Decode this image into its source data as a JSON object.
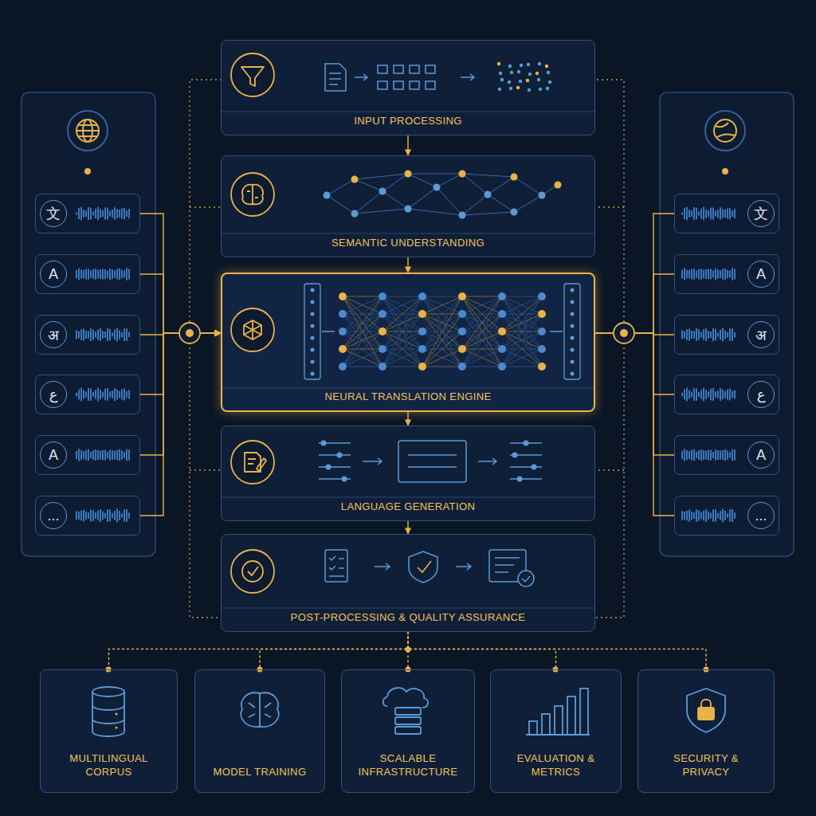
{
  "diagram": {
    "nodes": [
      {
        "text": [
          "INPUT PROCESSING"
        ]
      },
      {
        "text": [
          "SEMANTIC UNDERSTANDING"
        ]
      },
      {
        "text": [
          "NEURAL TRANSLATION ENGINE"
        ]
      },
      {
        "text": [
          "LANGUAGE GENERATION"
        ]
      },
      {
        "text": [
          "POST-PROCESSING & QUALITY ASSURANCE"
        ]
      },
      {
        "text": [
          "文"
        ]
      },
      {
        "text": [
          "A"
        ]
      },
      {
        "text": [
          "अ"
        ]
      },
      {
        "text": [
          "ع"
        ]
      },
      {
        "text": [
          "A"
        ]
      },
      {
        "text": [
          "..."
        ]
      },
      {
        "text": [
          "文"
        ]
      },
      {
        "text": [
          "A"
        ]
      },
      {
        "text": [
          "अ"
        ]
      },
      {
        "text": [
          "ع"
        ]
      },
      {
        "text": [
          "A"
        ]
      },
      {
        "text": [
          "..."
        ]
      },
      {
        "text": [
          "MULTILINGUAL CORPUS"
        ]
      },
      {
        "text": [
          "MODEL TRAINING"
        ]
      },
      {
        "text": [
          "SCALABLE INFRASTRUCTURE"
        ]
      },
      {
        "text": [
          "EVALUATION & METRICS"
        ]
      },
      {
        "text": [
          "SECURITY & PRIVACY"
        ]
      }
    ],
    "edges": [
      {
        "from": 0,
        "to": 1,
        "arrow": "to"
      },
      {
        "from": 1,
        "to": 2,
        "arrow": "to"
      },
      {
        "from": 2,
        "to": 3,
        "arrow": "to"
      },
      {
        "from": 3,
        "to": 4,
        "arrow": "to"
      },
      {
        "from": 5,
        "to": 2,
        "arrow": "to"
      },
      {
        "from": 6,
        "to": 2,
        "arrow": "to"
      },
      {
        "from": 7,
        "to": 2,
        "arrow": "to"
      },
      {
        "from": 8,
        "to": 2,
        "arrow": "to"
      },
      {
        "from": 9,
        "to": 2,
        "arrow": "to"
      },
      {
        "from": 10,
        "to": 2,
        "arrow": "to"
      },
      {
        "from": 2,
        "to": 11,
        "arrow": "none"
      },
      {
        "from": 2,
        "to": 12,
        "arrow": "none"
      },
      {
        "from": 2,
        "to": 13,
        "arrow": "none"
      },
      {
        "from": 2,
        "to": 14,
        "arrow": "none"
      },
      {
        "from": 2,
        "to": 15,
        "arrow": "none"
      },
      {
        "from": 2,
        "to": 16,
        "arrow": "none"
      },
      {
        "from": 4,
        "to": 17,
        "arrow": "none"
      },
      {
        "from": 4,
        "to": 18,
        "arrow": "none"
      },
      {
        "from": 4,
        "to": 19,
        "arrow": "none"
      },
      {
        "from": 4,
        "to": 20,
        "arrow": "none"
      },
      {
        "from": 4,
        "to": 21,
        "arrow": "none"
      }
    ]
  }
}
